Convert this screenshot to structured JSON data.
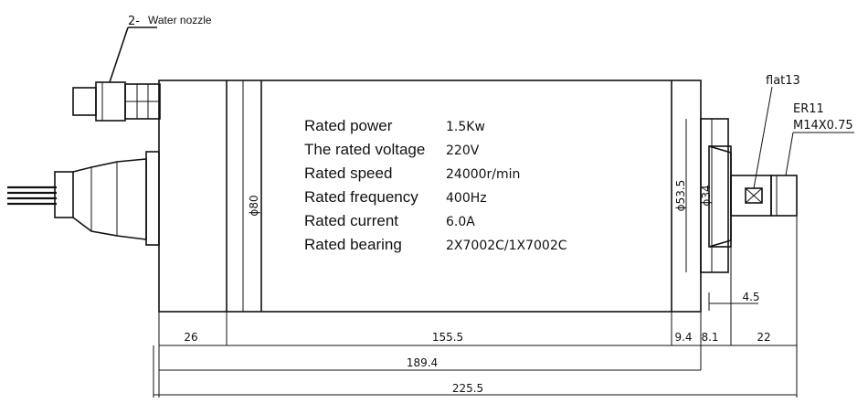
{
  "labels": {
    "nozzle_num": "2-",
    "nozzle_text": "Water nozzle",
    "flat": "flat13",
    "collet": "ER11",
    "thread": "M14X0.75"
  },
  "diameters": {
    "body": "ϕ80",
    "flange": "ϕ53.5",
    "nose": "ϕ34"
  },
  "specs": [
    {
      "label": "Rated power",
      "value": "1.5Kw"
    },
    {
      "label": "The rated voltage",
      "value": "220V"
    },
    {
      "label": "Rated speed",
      "value": "24000r/min"
    },
    {
      "label": "Rated frequency",
      "value": "400Hz"
    },
    {
      "label": "Rated current",
      "value": "6.0A"
    },
    {
      "label": "Rated bearing",
      "value": "2X7002C/1X7002C"
    }
  ],
  "dimensions": {
    "d26": "26",
    "d155": "155.5",
    "d9": "9.4",
    "d8": "8.1",
    "d22": "22",
    "d4": "4.5",
    "d189": "189.4",
    "d225": "225.5"
  }
}
